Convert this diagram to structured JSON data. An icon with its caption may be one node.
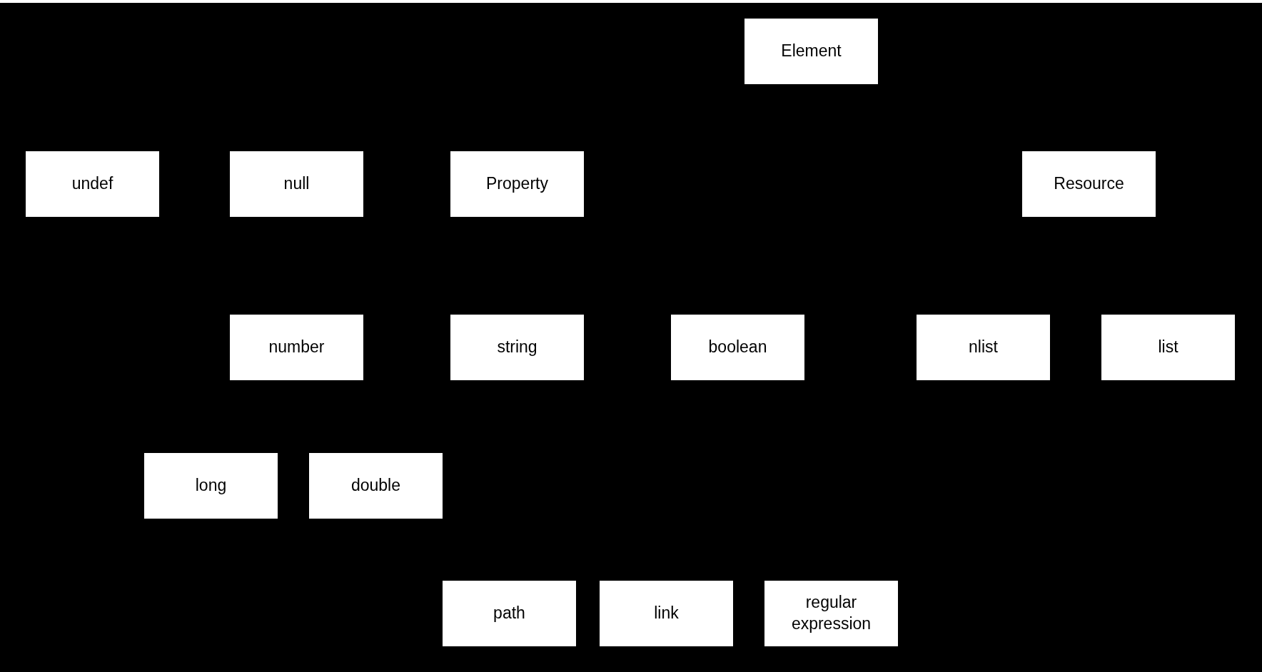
{
  "diagram": {
    "nodes": [
      {
        "text": [
          "Element"
        ]
      },
      {
        "text": [
          "undef"
        ]
      },
      {
        "text": [
          "null"
        ]
      },
      {
        "text": [
          "Property"
        ]
      },
      {
        "text": [
          "Resource"
        ]
      },
      {
        "text": [
          "number"
        ]
      },
      {
        "text": [
          "string"
        ]
      },
      {
        "text": [
          "boolean"
        ]
      },
      {
        "text": [
          "nlist"
        ]
      },
      {
        "text": [
          "list"
        ]
      },
      {
        "text": [
          "long"
        ]
      },
      {
        "text": [
          "double"
        ]
      },
      {
        "text": [
          "path"
        ]
      },
      {
        "text": [
          "link"
        ]
      },
      {
        "text": [
          "regular expression"
        ]
      }
    ]
  }
}
